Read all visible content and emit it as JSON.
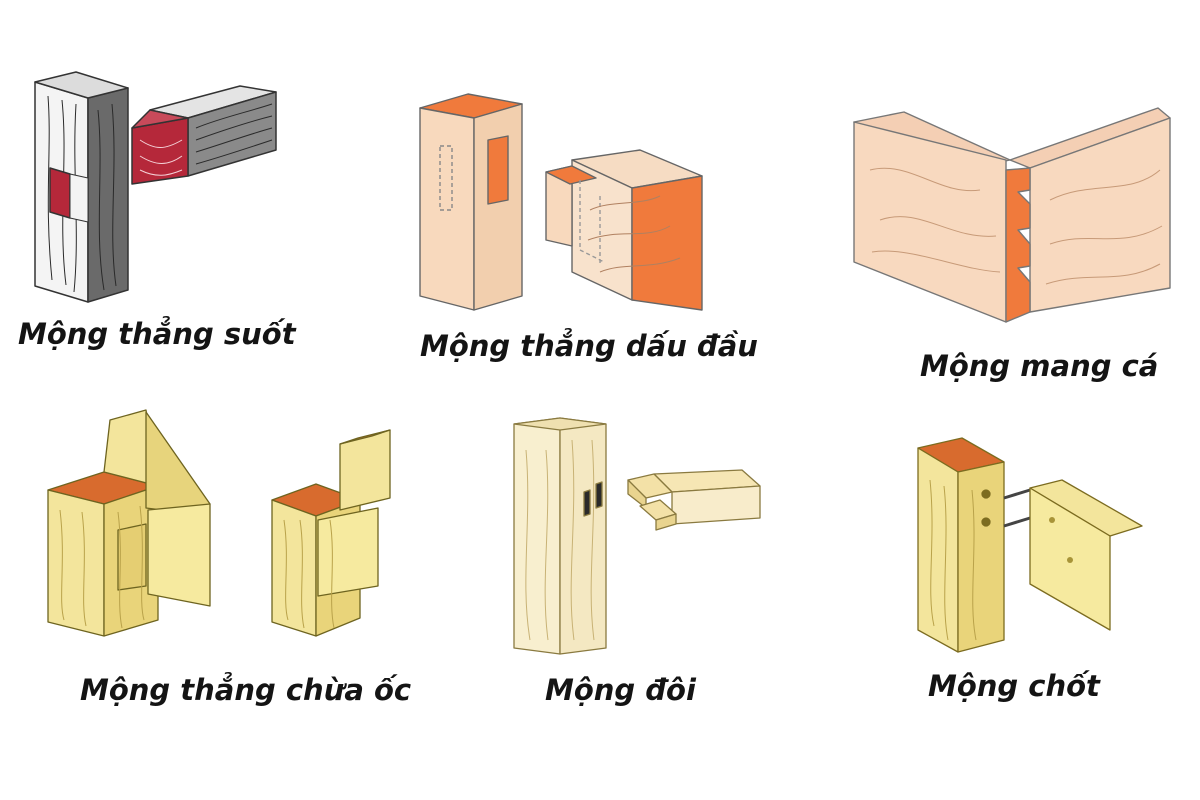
{
  "joints": [
    {
      "caption": "Mộng thẳng suốt"
    },
    {
      "caption": "Mộng thẳng dấu đầu"
    },
    {
      "caption": "Mộng mang cá"
    },
    {
      "caption": "Mộng thẳng chừa ốc"
    },
    {
      "caption": "Mộng đôi"
    },
    {
      "caption": "Mộng chốt"
    }
  ],
  "colors": {
    "background": "#ffffff",
    "caption_text": "#141414",
    "through_tenon_wood": "#f4f4f4",
    "through_tenon_cut": "#b5283a",
    "peach_face": "#f8d9bd",
    "peach_end_grain": "#f07a3c",
    "yellow_wood": "#f3e59c",
    "yellow_end_grain": "#d86b2e",
    "outline": "#555555"
  }
}
